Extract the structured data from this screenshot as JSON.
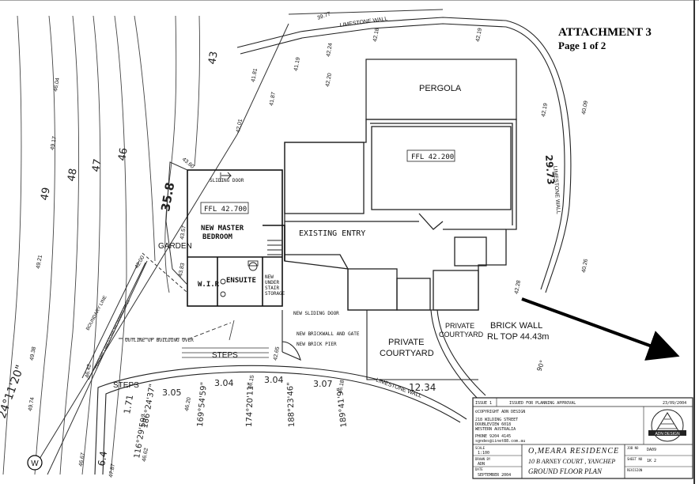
{
  "header": {
    "attachment": "ATTACHMENT 3",
    "page": "Page 1 of 2"
  },
  "rooms": {
    "pergola": "PERGOLA",
    "ffl_main": "FFL 42.200",
    "ffl_master": "FFL 42.700",
    "master_line1": "NEW MASTER",
    "master_line2": "BEDROOM",
    "sliding_door_top": "SLIDING DOOR",
    "existing_entry": "EXISTING ENTRY",
    "wir": "W.I.R",
    "ensuite": "ENSUITE",
    "storage_1": "NEW",
    "storage_2": "UNDER",
    "storage_3": "STAIR",
    "storage_4": "STORAGE",
    "new_sliding_door": "NEW SLIDING DOOR",
    "brickwall_gate": "NEW BRICKWALL AND GATE",
    "brick_pier": "NEW BRICK PIER",
    "private_courtyard_large_1": "PRIVATE",
    "private_courtyard_large_2": "COURTYARD",
    "private_courtyard_small_1": "PRIVATE",
    "private_courtyard_small_2": "COURTYARD",
    "brick_wall_1": "BRICK WALL",
    "brick_wall_2": "RL TOP 44.43m",
    "garden": "GARDEN",
    "steps_upper": "STEPS",
    "steps_lower": "STEPS",
    "outline_building": "OUTLINE OF BUILDING OVER",
    "limestone_wall_top": "LIMESTONE WALL",
    "limestone_wall_right": "LIMESTONE WALL",
    "limestone_wall_bottom": "LIMESTONE WALL",
    "boundary_line": "BOUNDARY LINE",
    "feature_wall": "FEATURE LIMESTONE RETAINING WALL"
  },
  "levels": {
    "l4177": "39.77",
    "l4218": "42.18",
    "l4219a": "42.19",
    "l4224": "42.24",
    "l4119": "41.19",
    "l4181": "41.81",
    "l4187": "41.87",
    "l4220": "42.20",
    "l4201": "42.01",
    "l4219b": "42.19",
    "l4009": "40.09",
    "l4026": "40.26",
    "l4228": "42.28",
    "l4357": "43.57",
    "l4383": "43.83",
    "l4265": "42.65",
    "l4604": "46.04",
    "l4917": "49.17",
    "l4921": "49.21",
    "l4938": "49.38",
    "l4974": "49.74",
    "l4667": "46.67",
    "l4787": "47.87",
    "l4662": "46.62",
    "l4620": "46.20",
    "l4615": "46.15",
    "l4618": "46.18",
    "l4642": "46.42",
    "l4200b": "42.00",
    "l4360": "43.60"
  },
  "contours": {
    "c43": "43",
    "c358": "35.8",
    "c49": "49",
    "c48": "48",
    "c47": "47",
    "c46": "46"
  },
  "dimensions": {
    "d2973": "29.73",
    "d1234": "12.34",
    "d90": "90°",
    "d171": "1.71",
    "d305": "3.05",
    "d304a": "3.04",
    "d304b": "3.04",
    "d307": "3.07",
    "b1": "186°24'37\"",
    "b2": "116°29'59\"",
    "b3": "169°54'59\"",
    "b4": "174°20'11\"",
    "b5": "188°23'46\"",
    "b6": "189°41'9\"",
    "b7": "24°11'20\"",
    "d64": "6.4"
  },
  "north_marker": "W",
  "title_block": {
    "issue": "ISSUE 1",
    "issue_desc": "ISSUED FOR PLANNING APPROVAL",
    "issue_date": "23/09/2004",
    "copyright": "©COPYRIGHT ADN DESIGN",
    "addr1": "218 WILDING STREET",
    "addr2": "DOUBLEVIEW  6018",
    "addr3": "WESTERN AUSTRALIA",
    "phone": "PHONE 9204 4145",
    "email": "sgndes@iinet88.com.au",
    "scale_label": "SCALE",
    "scale": "1:100",
    "drawn_label": "DRAWN BY",
    "drawn": "ADN",
    "date_label": "DATE",
    "date": "SEPTEMBER 2004",
    "job_label": "JOB NO",
    "job": "DA09",
    "sheet_label": "SHEET NO",
    "sheet": "1K 2",
    "revision_label": "REVISION",
    "project1": "O,MEARA  RESIDENCE",
    "project2": "10 B  ARNEY COURT , YANCHEP",
    "project3": "GROUND FLOOR PLAN",
    "logo": "ADN DESIGN"
  }
}
